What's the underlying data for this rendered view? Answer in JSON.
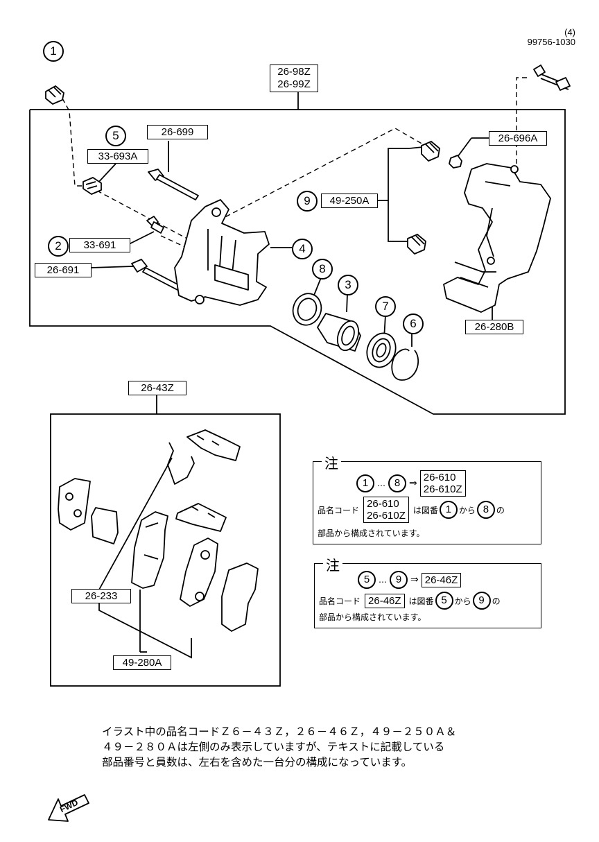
{
  "header": {
    "page_no": "(4)",
    "part_no": "99756-1030"
  },
  "codes": {
    "caliper_assy": [
      "26-98Z",
      "26-99Z"
    ],
    "c26_699": "26-699",
    "c33_693a": "33-693A",
    "c33_691": "33-691",
    "c26_691": "26-691",
    "c26_696a": "26-696A",
    "c49_250a": "49-250A",
    "c26_280b": "26-280B",
    "c26_43z": "26-43Z",
    "c26_233": "26-233",
    "c49_280a": "49-280A"
  },
  "callouts": {
    "n1": "1",
    "n2": "2",
    "n3": "3",
    "n4": "4",
    "n5": "5",
    "n6": "6",
    "n7": "7",
    "n8": "8",
    "n9": "9"
  },
  "note1": {
    "title": "注",
    "from": "1",
    "dots": "…",
    "to": "8",
    "arrow": "⇒",
    "codes": [
      "26-610",
      "26-610Z"
    ],
    "prefix": "品名コード",
    "mid": "は図番",
    "kara": "から",
    "no": "の",
    "tail": "部品から構成されています。"
  },
  "note2": {
    "title": "注",
    "from": "5",
    "dots": "…",
    "to": "9",
    "arrow": "⇒",
    "code": "26-46Z",
    "prefix": "品名コード",
    "mid": "は図番",
    "kara": "から",
    "no": "の",
    "tail": "部品から構成されています。"
  },
  "caption": {
    "line1": "イラスト中の品名コードＺ６－４３Ｚ，２６－４６Ｚ，４９－２５０Ａ＆",
    "line2": "４９－２８０Ａは左側のみ表示していますが、テキストに記載している",
    "line3": "部品番号と員数は、左右を含めた一台分の構成になっています。"
  },
  "fwd": "FWD"
}
